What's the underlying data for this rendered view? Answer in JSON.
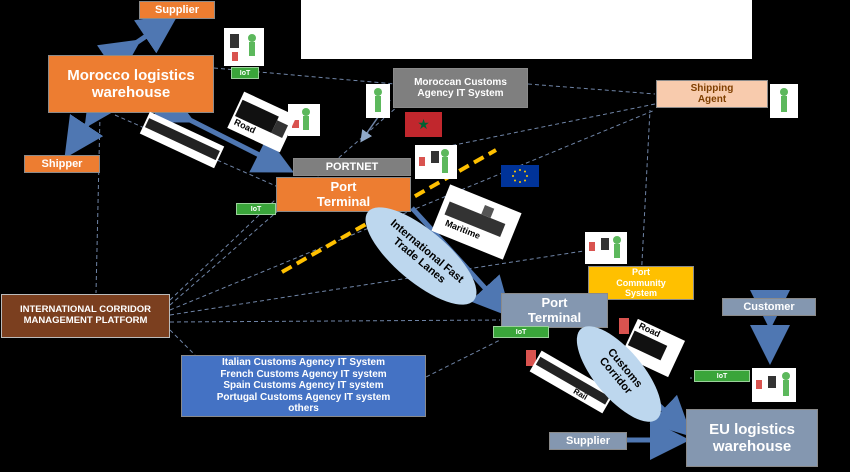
{
  "top_box_text": "",
  "nodes": {
    "supplier_top": "Supplier",
    "morocco_warehouse": "Morocco logistics warehouse",
    "shipper": "Shipper",
    "moroccan_customs": "Moroccan Customs Agency IT System",
    "shipping_agent": "Shipping Agent",
    "portnet": "PORTNET",
    "port_terminal_ma": "Port Terminal",
    "intl_corridor": "INTERNATIONAL CORRIDOR MANAGEMENT PLATFORM",
    "eu_customs_lines": [
      "Italian Customs Agency IT System",
      "French Customs Agency IT system",
      "Spain Customs Agency IT system",
      "Portugal Customs Agency IT system",
      "others"
    ],
    "port_community": "Port Community System",
    "port_terminal_eu": "Port Terminal",
    "customer": "Customer",
    "eu_warehouse": "EU logistics warehouse",
    "supplier_bottom": "Supplier"
  },
  "iot_label": "IoT",
  "transport": {
    "road": "Road",
    "maritime": "Maritime",
    "rail": "Rail"
  },
  "lanes": {
    "fast_trade": "International Fast Trade Lanes",
    "customs_corridor": "Customs Corridor"
  },
  "colors": {
    "orange": "#ed7d31",
    "dashed_border": "#ffc000",
    "eu_flag": "#003399",
    "morocco_flag": "#c1272d",
    "arrow": "#5b7fb0"
  }
}
